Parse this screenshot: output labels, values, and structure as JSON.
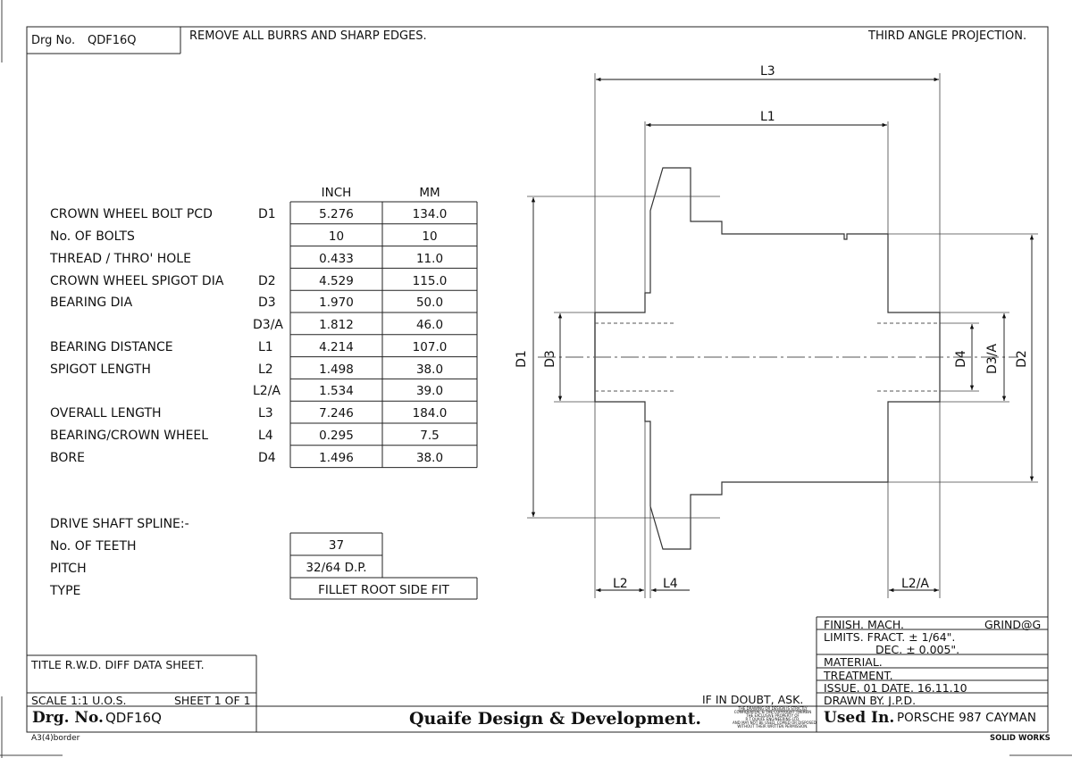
{
  "header": {
    "drg_label": "Drg No.",
    "drg_value": "QDF16Q",
    "note": "REMOVE ALL BURRS AND SHARP EDGES.",
    "projection": "THIRD ANGLE PROJECTION."
  },
  "data_table": {
    "col_inch": "INCH",
    "col_mm": "MM",
    "rows": [
      {
        "label": "CROWN WHEEL BOLT PCD",
        "code": "D1",
        "inch": "5.276",
        "mm": "134.0"
      },
      {
        "label": "No. OF BOLTS",
        "code": "",
        "inch": "10",
        "mm": "10"
      },
      {
        "label": "THREAD / THRO' HOLE",
        "code": "",
        "inch": "0.433",
        "mm": "11.0"
      },
      {
        "label": "CROWN WHEEL SPIGOT DIA",
        "code": "D2",
        "inch": "4.529",
        "mm": "115.0"
      },
      {
        "label": "BEARING DIA",
        "code": "D3",
        "inch": "1.970",
        "mm": "50.0"
      },
      {
        "label": "",
        "code": "D3/A",
        "inch": "1.812",
        "mm": "46.0"
      },
      {
        "label": "BEARING DISTANCE",
        "code": "L1",
        "inch": "4.214",
        "mm": "107.0"
      },
      {
        "label": "SPIGOT LENGTH",
        "code": "L2",
        "inch": "1.498",
        "mm": "38.0"
      },
      {
        "label": "",
        "code": "L2/A",
        "inch": "1.534",
        "mm": "39.0"
      },
      {
        "label": "OVERALL LENGTH",
        "code": "L3",
        "inch": "7.246",
        "mm": "184.0"
      },
      {
        "label": "BEARING/CROWN WHEEL",
        "code": "L4",
        "inch": "0.295",
        "mm": "7.5"
      },
      {
        "label": "BORE",
        "code": "D4",
        "inch": "1.496",
        "mm": "38.0"
      }
    ]
  },
  "spline": {
    "heading": "DRIVE SHAFT SPLINE:-",
    "teeth_label": "No. OF TEETH",
    "teeth_value": "37",
    "pitch_label": "PITCH",
    "pitch_value": "32/64 D.P.",
    "type_label": "TYPE",
    "type_value": "FILLET ROOT SIDE FIT"
  },
  "drawing": {
    "dims": {
      "L3": "L3",
      "L1": "L1",
      "L2": "L2",
      "L4": "L4",
      "L2A": "L2/A",
      "D1": "D1",
      "D2": "D2",
      "D3": "D3",
      "D3A": "D3/A",
      "D4": "D4"
    }
  },
  "title_block": {
    "title": "TITLE  R.W.D. DIFF DATA SHEET.",
    "scale": "SCALE 1:1 U.O.S.",
    "sheet": "SHEET 1 OF 1",
    "drg_label": "Drg. No.",
    "drg_value": "QDF16Q",
    "company": "Quaife Design & Development.",
    "doubt": "IF IN DOUBT, ASK.",
    "confidential": [
      "THE DRAWING OR DESIGN IS STRICTLY",
      "CONFIDENTIAL & THE COPYRIGHT THEREIN",
      "THE EXCLUSIVE PROPERTY OF",
      "R.T.QUAIFE ENGINEERING LTD.",
      "AND MAY NOT BE USED, COPIED OR DISPOSED",
      "WITHOUT THEIR WRITTEN PERMISSION."
    ],
    "finish_label": "FINISH. MACH.",
    "finish_value": "GRIND@G",
    "limits": "LIMITS. FRACT. ± 1/64\".",
    "dec": "DEC. ± 0.005\".",
    "material": "MATERIAL.",
    "treatment": "TREATMENT.",
    "issue": "ISSUE. 01   DATE. 16.11.10",
    "drawn": "DRAWN BY. J.P.D.",
    "used_label": "Used In.",
    "used_value": "PORSCHE 987 CAYMAN",
    "border": "A3(4)border",
    "software": "SOLID WORKS"
  }
}
